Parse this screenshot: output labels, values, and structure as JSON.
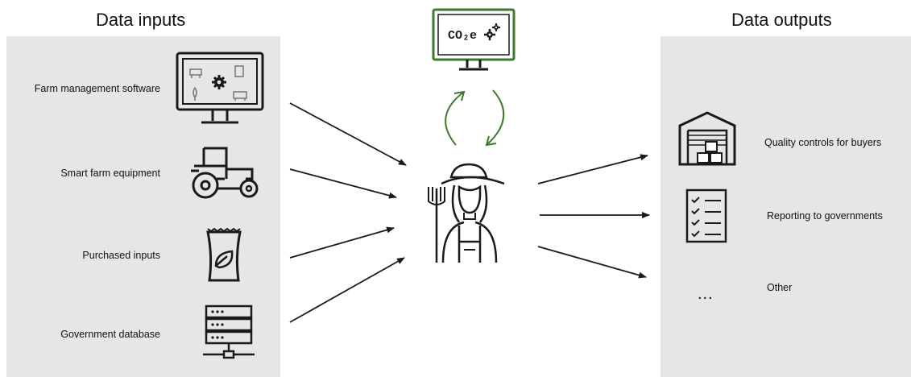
{
  "headings": {
    "inputs": "Data inputs",
    "outputs": "Data outputs"
  },
  "inputs": [
    {
      "label": "Farm management software",
      "icon": "computer-farm-icon"
    },
    {
      "label": "Smart farm equipment",
      "icon": "tractor-icon"
    },
    {
      "label": "Purchased inputs",
      "icon": "seed-bag-icon"
    },
    {
      "label": "Government database",
      "icon": "server-database-icon"
    }
  ],
  "center": {
    "monitor_text": "CO₂e",
    "monitor_icon": "co2-monitor-icon",
    "cycle_icon": "cycle-arrows-icon",
    "farmer_icon": "farmer-icon"
  },
  "outputs": [
    {
      "label": "Quality controls for buyers",
      "icon": "warehouse-icon"
    },
    {
      "label": "Reporting to governments",
      "icon": "checklist-icon"
    },
    {
      "label": "Other",
      "icon": "ellipsis-icon",
      "symbol": "..."
    }
  ],
  "colors": {
    "panel": "#e6e6e6",
    "accent_green": "#3d7a2a",
    "stroke": "#1a1a1a"
  }
}
